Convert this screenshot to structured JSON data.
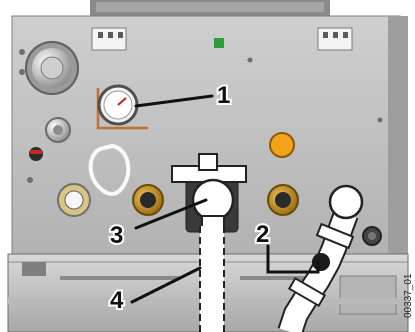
{
  "figure": {
    "callouts": [
      {
        "id": "1",
        "label": "1",
        "target": "pressure-gauge"
      },
      {
        "id": "2",
        "label": "2",
        "target": "hose-valve"
      },
      {
        "id": "3",
        "label": "3",
        "target": "connector-tee"
      },
      {
        "id": "4",
        "label": "4",
        "target": "drain-hose"
      }
    ],
    "reference_code": "00337_01"
  },
  "colors": {
    "panel": "#bdbdbd",
    "panel_dark": "#9a9a9a",
    "background": "#ffffff",
    "brass": "#c8962a",
    "indicator": "#f2a31b",
    "hose": "#ffffff",
    "leader": "#111111"
  }
}
